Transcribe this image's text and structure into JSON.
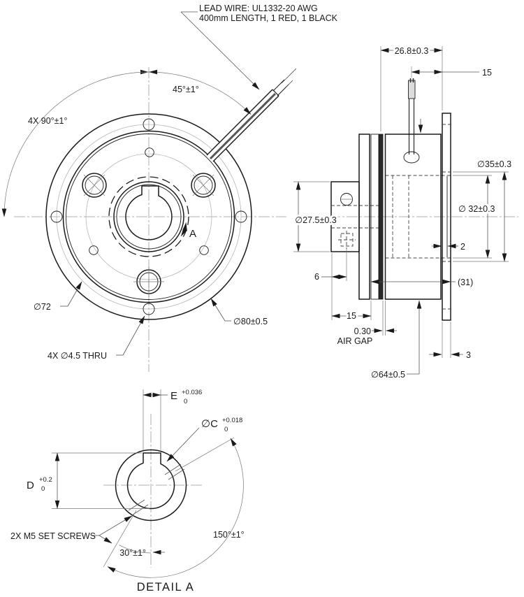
{
  "note": {
    "line1": "LEAD WIRE: UL1332-20 AWG",
    "line2": "400mm LENGTH, 1 RED, 1 BLACK"
  },
  "front_view": {
    "angle_pattern": "4X 90°±1°",
    "angle_wire": "45°±1°",
    "bolt_circle_dia": "∅72",
    "outer_dia": "∅80±0.5",
    "thru_holes": "4X ∅4.5 THRU",
    "detail_marker": "A"
  },
  "side_view": {
    "overall_depth": "26.8±0.3",
    "wire_offset": "15",
    "flange_bore_dia": "∅35±0.3",
    "pilot_dia": "∅ 32±0.3",
    "recess_depth": "2",
    "ref_length": "(31)",
    "hub_dia": "∅27.5±0.3",
    "setscrew_offset": "6",
    "hub_length": "15",
    "air_gap_value": "0.30",
    "air_gap_label": "AIR GAP",
    "rotor_dia": "∅64±0.5",
    "flange_thickness": "3"
  },
  "detail_view": {
    "keyway_width_letter": "E",
    "keyway_width_tol_upper": "+0.036",
    "keyway_width_tol_lower": "0",
    "bore_letter": "∅C",
    "bore_tol_upper": "+0.018",
    "bore_tol_lower": "0",
    "keyway_depth_letter": "D",
    "keyway_depth_tol_upper": "+0.2",
    "keyway_depth_tol_lower": "0",
    "set_screws": "2X M5 SET SCREWS",
    "angle_screw": "30°±1°",
    "angle_between": "150°±1°",
    "caption": "DETAIL A"
  },
  "colors": {
    "line": "#1a1a1a",
    "dim": "#555555",
    "center": "#999999",
    "background": "#ffffff"
  }
}
